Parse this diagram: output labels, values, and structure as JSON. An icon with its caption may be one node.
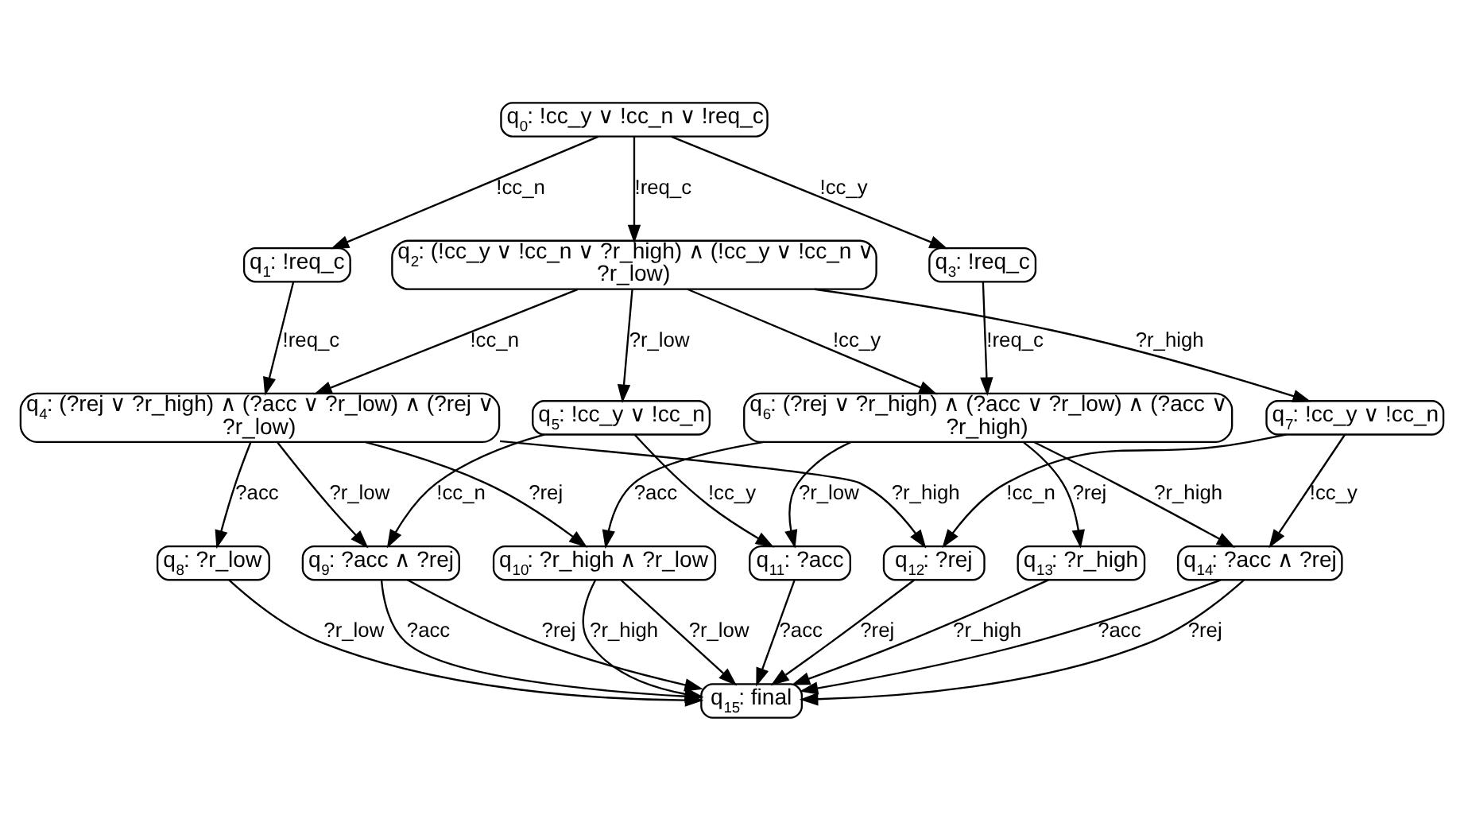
{
  "diagram": {
    "nodes": [
      {
        "text": [
          "q$_{0}$: !cc_y ∨ !cc_n ∨ !req_c"
        ]
      },
      {
        "text": [
          "q$_{1}$: !req_c"
        ]
      },
      {
        "text": [
          "q$_{2}$: (!cc_y ∨ !cc_n ∨ ?r_high) ∧ (!cc_y ∨ !cc_n ∨ ?r_low)"
        ]
      },
      {
        "text": [
          "q$_{3}$: !req_c"
        ]
      },
      {
        "text": [
          "q$_{4}$: (?rej ∨ ?r_high) ∧ (?acc ∨ ?r_low) ∧ (?rej ∨ ?r_low)"
        ]
      },
      {
        "text": [
          "q$_{5}$: !cc_y ∨ !cc_n"
        ]
      },
      {
        "text": [
          "q$_{6}$: (?rej ∨ ?r_high) ∧ (?acc ∨ ?r_low) ∧ (?acc ∨ ?r_high)"
        ]
      },
      {
        "text": [
          "q$_{7}$: !cc_y ∨ !cc_n"
        ]
      },
      {
        "text": [
          "q$_{8}$: ?r_low"
        ]
      },
      {
        "text": [
          "q$_{9}$: ?acc ∧ ?rej"
        ]
      },
      {
        "text": [
          "q$_{10}$: ?r_high ∧ ?r_low"
        ]
      },
      {
        "text": [
          "q$_{11}$: ?acc"
        ]
      },
      {
        "text": [
          "q$_{12}$: ?rej"
        ]
      },
      {
        "text": [
          "q$_{13}$: ?r_high"
        ]
      },
      {
        "text": [
          "q$_{14}$: ?acc ∧ ?rej"
        ]
      },
      {
        "text": [
          "q$_{15}$: final"
        ]
      }
    ],
    "edges": [
      {
        "from": 0,
        "to": 1,
        "arrow": "to",
        "label": "!cc_n"
      },
      {
        "from": 0,
        "to": 2,
        "arrow": "to",
        "label": "!req_c"
      },
      {
        "from": 0,
        "to": 3,
        "arrow": "to",
        "label": "!cc_y"
      },
      {
        "from": 1,
        "to": 4,
        "arrow": "to",
        "label": "!req_c"
      },
      {
        "from": 2,
        "to": 4,
        "arrow": "to",
        "label": "!cc_n"
      },
      {
        "from": 2,
        "to": 5,
        "arrow": "to",
        "label": "?r_low"
      },
      {
        "from": 2,
        "to": 6,
        "arrow": "to",
        "label": "!cc_y"
      },
      {
        "from": 2,
        "to": 7,
        "arrow": "to",
        "label": "?r_high"
      },
      {
        "from": 3,
        "to": 6,
        "arrow": "to",
        "label": "!req_c"
      },
      {
        "from": 4,
        "to": 8,
        "arrow": "to",
        "label": "?acc"
      },
      {
        "from": 4,
        "to": 9,
        "arrow": "to",
        "label": "?r_low"
      },
      {
        "from": 4,
        "to": 10,
        "arrow": "to",
        "label": "?rej"
      },
      {
        "from": 4,
        "to": 12,
        "arrow": "to",
        "label": "?r_high"
      },
      {
        "from": 5,
        "to": 9,
        "arrow": "to",
        "label": "!cc_n"
      },
      {
        "from": 5,
        "to": 11,
        "arrow": "to",
        "label": "!cc_y"
      },
      {
        "from": 6,
        "to": 10,
        "arrow": "to",
        "label": "?acc"
      },
      {
        "from": 6,
        "to": 11,
        "arrow": "to",
        "label": "?r_low"
      },
      {
        "from": 6,
        "to": 13,
        "arrow": "to",
        "label": "?rej"
      },
      {
        "from": 6,
        "to": 14,
        "arrow": "to",
        "label": "?r_high"
      },
      {
        "from": 7,
        "to": 12,
        "arrow": "to",
        "label": "!cc_n"
      },
      {
        "from": 7,
        "to": 14,
        "arrow": "to",
        "label": "!cc_y"
      },
      {
        "from": 8,
        "to": 15,
        "arrow": "to",
        "label": "?r_low"
      },
      {
        "from": 9,
        "to": 15,
        "arrow": "to",
        "label": "?acc"
      },
      {
        "from": 9,
        "to": 15,
        "arrow": "to",
        "label": "?rej"
      },
      {
        "from": 10,
        "to": 15,
        "arrow": "to",
        "label": "?r_high"
      },
      {
        "from": 10,
        "to": 15,
        "arrow": "to",
        "label": "?r_low"
      },
      {
        "from": 11,
        "to": 15,
        "arrow": "to",
        "label": "?acc"
      },
      {
        "from": 12,
        "to": 15,
        "arrow": "to",
        "label": "?rej"
      },
      {
        "from": 13,
        "to": 15,
        "arrow": "to",
        "label": "?r_high"
      },
      {
        "from": 14,
        "to": 15,
        "arrow": "to",
        "label": "?acc"
      },
      {
        "from": 14,
        "to": 15,
        "arrow": "to",
        "label": "?rej"
      }
    ]
  }
}
